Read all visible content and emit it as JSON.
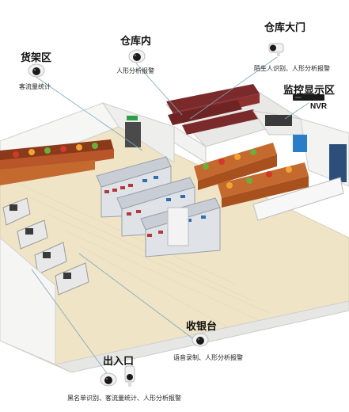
{
  "callouts": {
    "shelf_area": {
      "title": "货架区",
      "desc": "客流量统计"
    },
    "warehouse_inside": {
      "title": "仓库内",
      "desc": "人形分析报警"
    },
    "warehouse_gate": {
      "title": "仓库大门",
      "desc": "陌生人识别、人形分析报警"
    },
    "monitor_area": {
      "title": "监控显示区",
      "device": "NVR"
    },
    "checkout": {
      "title": "收银台",
      "desc": "语音录制、人形分析报警"
    },
    "entrance": {
      "title": "出入口",
      "desc": "黑名单识别、客流量统计、人形分析报警"
    }
  },
  "colors": {
    "floor": "#efe4c6",
    "wall": "#f4f4f2",
    "shelf": "#c9ced6",
    "produce_crate": "#c46a2e",
    "camera_lens": "#1a1a1a",
    "leader_line": "#7aa7c0"
  },
  "icons": {
    "dome_camera": "dome-camera-icon",
    "bullet_camera": "bullet-camera-icon",
    "nvr_recorder": "nvr-icon"
  }
}
